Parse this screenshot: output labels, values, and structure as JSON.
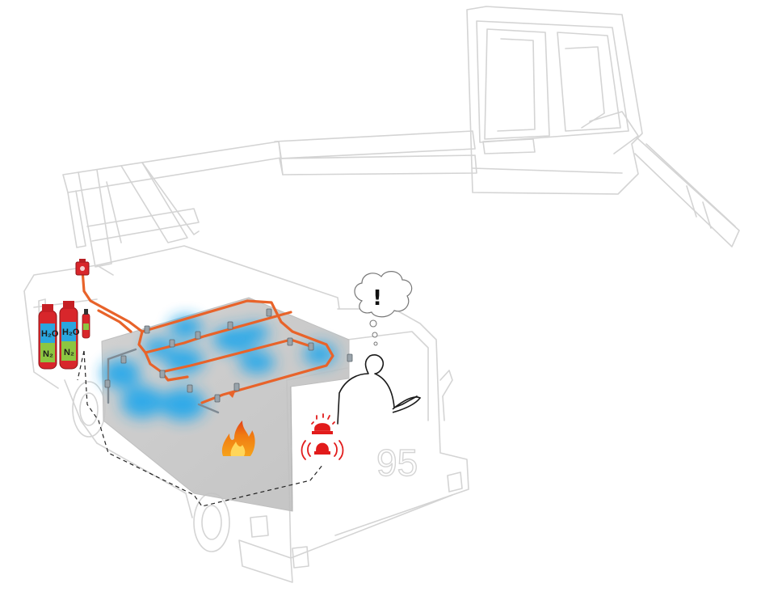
{
  "diagram": {
    "cylinder_labels": {
      "water_cylinder_left": "H₂O",
      "water_cylinder_right": "H₂O",
      "nitrogen_cylinder_left": "N₂",
      "nitrogen_cylinder_right": "N₂"
    },
    "thought_bubble_text": "!",
    "cab_number": "95",
    "icons": {
      "fire": "fire-icon",
      "alarm": "alarm-beacon-icon",
      "thought": "thought-bubble-icon",
      "operator": "operator-silhouette-icon"
    },
    "colors": {
      "pipe": "#e8632a",
      "mist": "#28a8ea",
      "cylinder": "#d8262b",
      "alarm": "#e21b1b",
      "outline": "#d4d4d4"
    }
  }
}
